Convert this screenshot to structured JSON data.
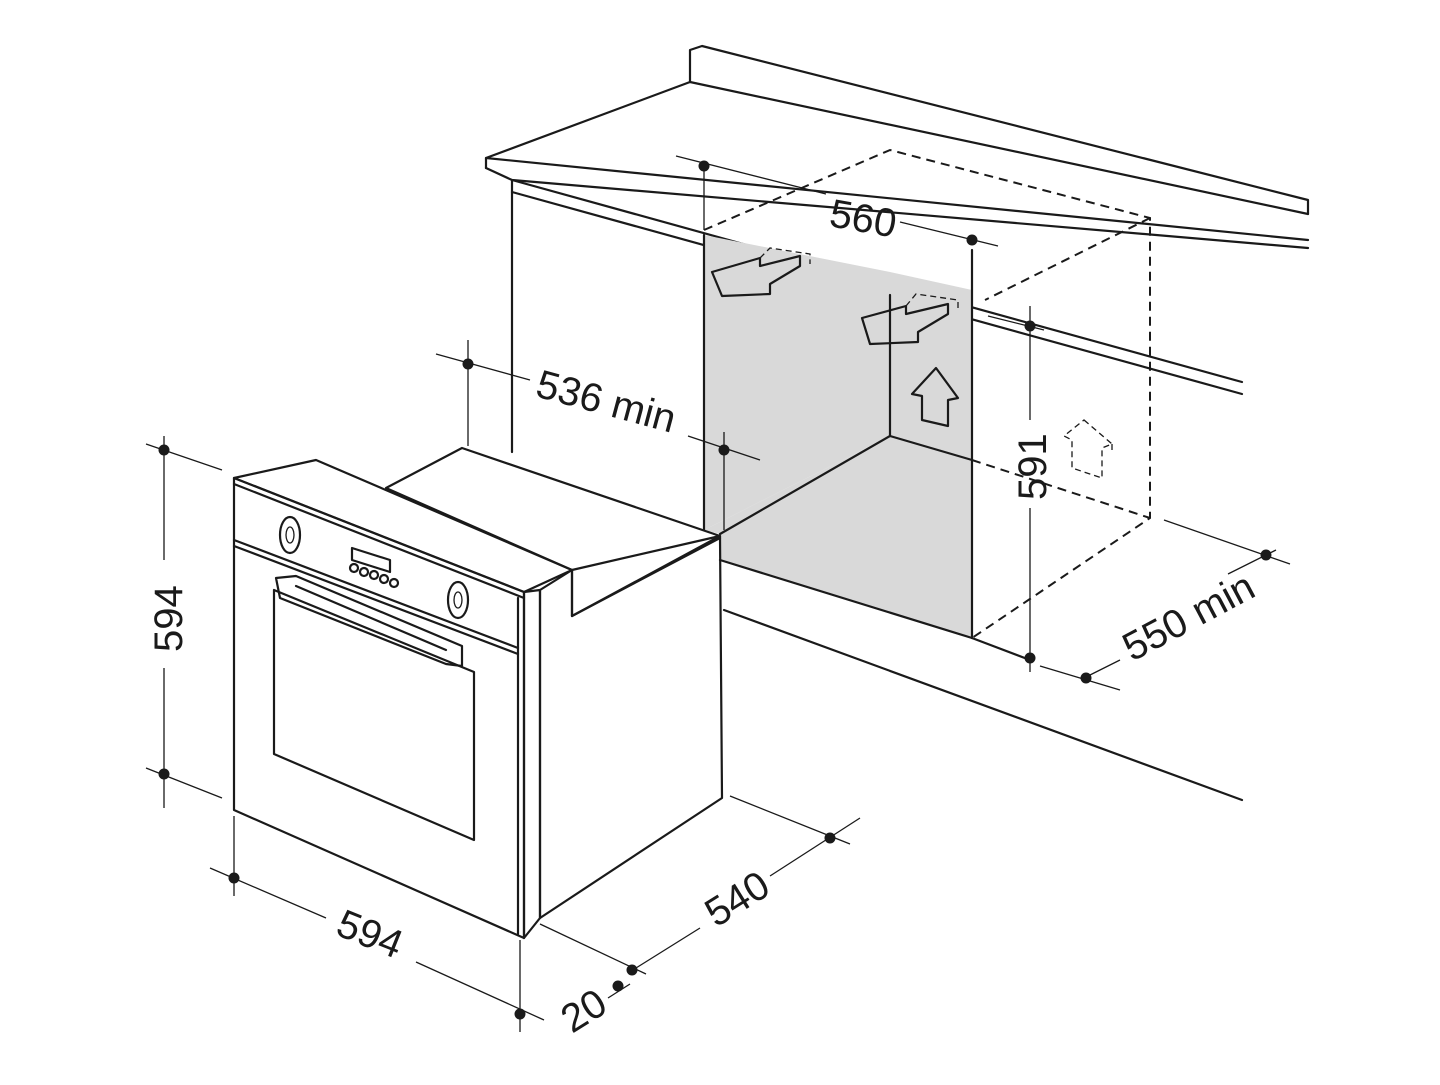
{
  "dimensions": {
    "niche_width": "560",
    "cabinet_min_depth": "536 min",
    "niche_height": "591",
    "niche_min_depth": "550 min",
    "oven_height": "594",
    "oven_width": "594",
    "oven_depth": "540",
    "door_thickness": "20"
  },
  "colors": {
    "line": "#1a1a1a",
    "niche_fill": "#d9d9d9",
    "background": "#ffffff"
  },
  "icons": [
    "airflow-arrow-icon",
    "airflow-up-arrow-icon",
    "vent-arrow-dashed-icon"
  ]
}
